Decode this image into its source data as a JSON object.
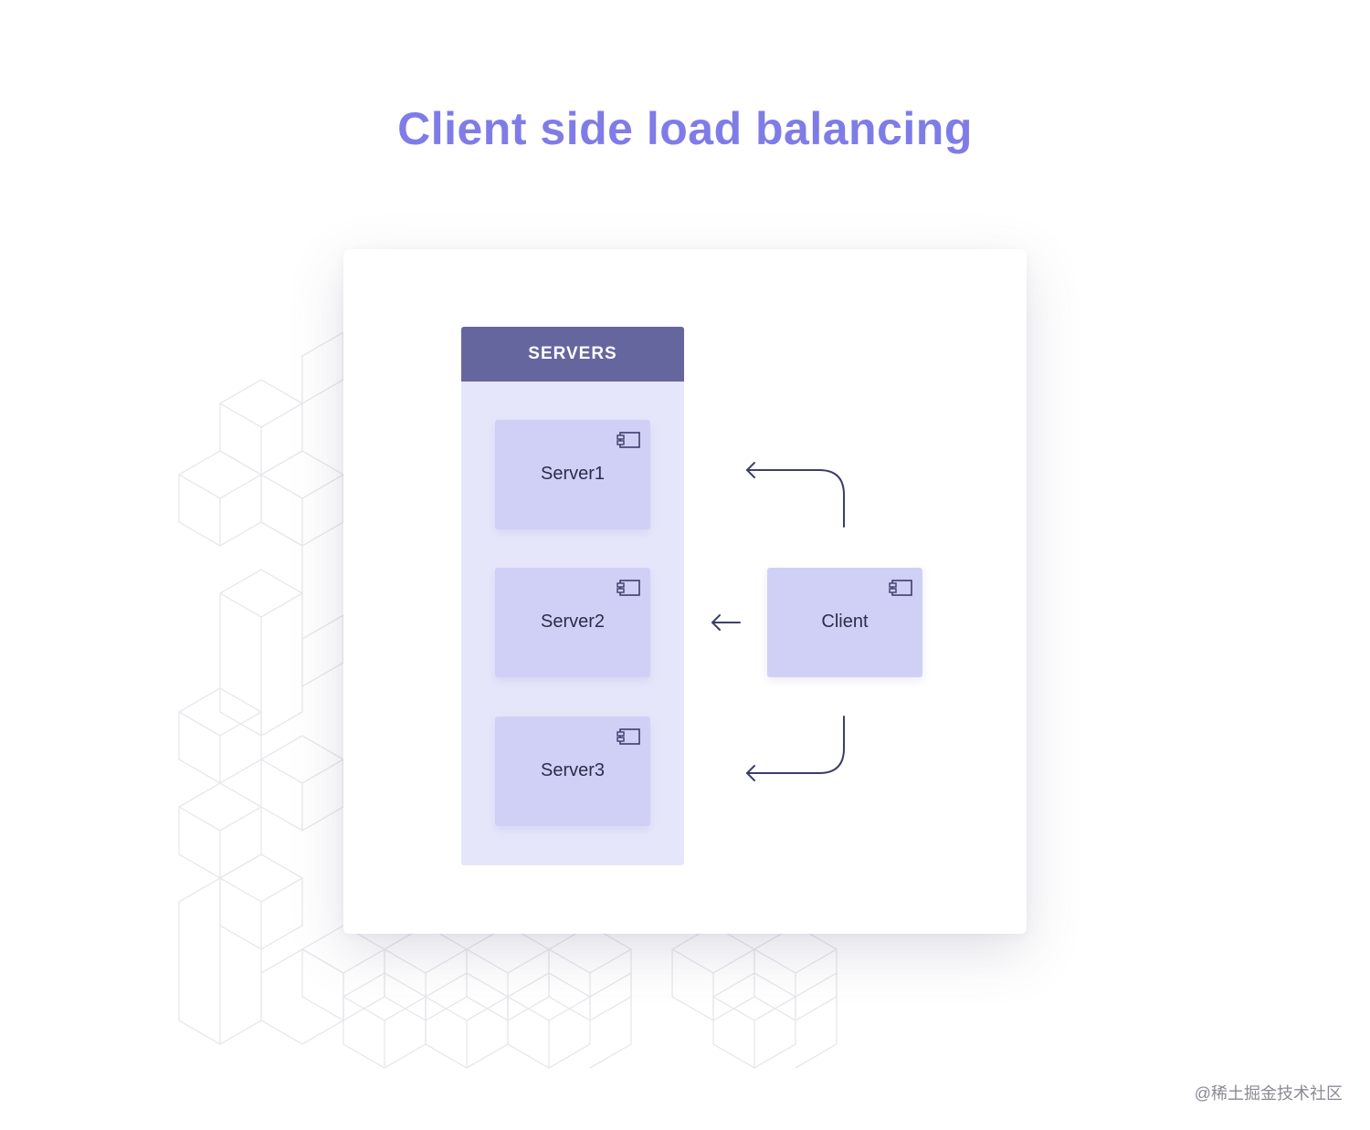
{
  "title": "Client side load balancing",
  "servers_group": {
    "header": "SERVERS",
    "servers": [
      {
        "label": "Server1"
      },
      {
        "label": "Server2"
      },
      {
        "label": "Server3"
      }
    ]
  },
  "client": {
    "label": "Client"
  },
  "icons": {
    "node_icon": "component-icon",
    "arrow": "arrow-left"
  },
  "colors": {
    "title": "#7f7ce8",
    "group_header": "#66669e",
    "group_body": "#e6e6fb",
    "node": "#d0d0f7",
    "arrow": "#3d3d6b"
  },
  "watermark": "@稀土掘金技术社区"
}
